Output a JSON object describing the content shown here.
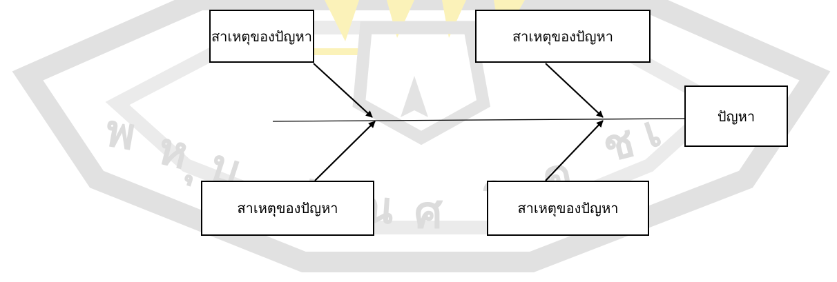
{
  "diagram": {
    "causes": [
      {
        "label": "สาเหตุของปัญหา"
      },
      {
        "label": "สาเหตุของปัญหา"
      },
      {
        "label": "สาเหตุของปัญหา"
      },
      {
        "label": "สาเหตุของปัญหา"
      }
    ],
    "effect": {
      "label": "ปัญหา"
    }
  },
  "watermark": {
    "text": "พหุบ ปณ ศิรด ชีเง",
    "colors": {
      "gray": "#d8d8d8",
      "gold": "#fbf2b9"
    }
  }
}
